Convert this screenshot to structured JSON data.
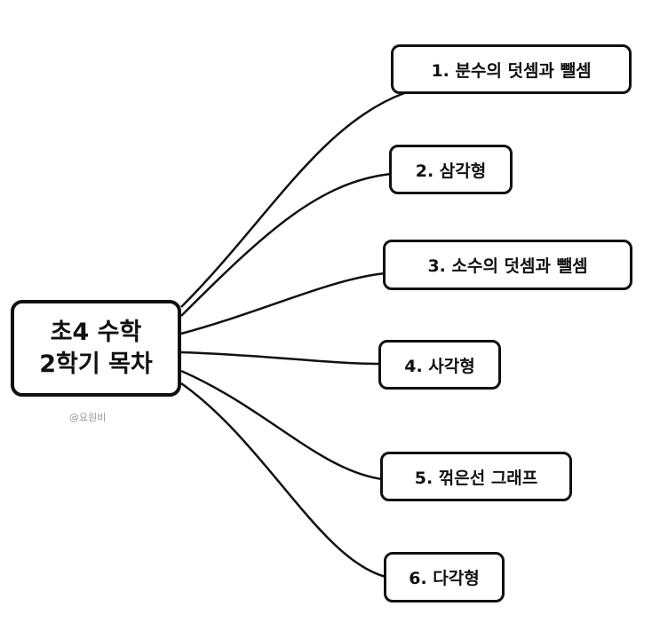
{
  "root": {
    "line1": "초4 수학",
    "line2": "2학기 목차"
  },
  "watermark": "@요원비",
  "topics": [
    {
      "label": "1. 분수의 덧셈과 뺄셈"
    },
    {
      "label": "2. 삼각형"
    },
    {
      "label": "3. 소수의 덧셈과 뺄셈"
    },
    {
      "label": "4. 사각형"
    },
    {
      "label": "5. 꺾은선 그래프"
    },
    {
      "label": "6. 다각형"
    }
  ]
}
